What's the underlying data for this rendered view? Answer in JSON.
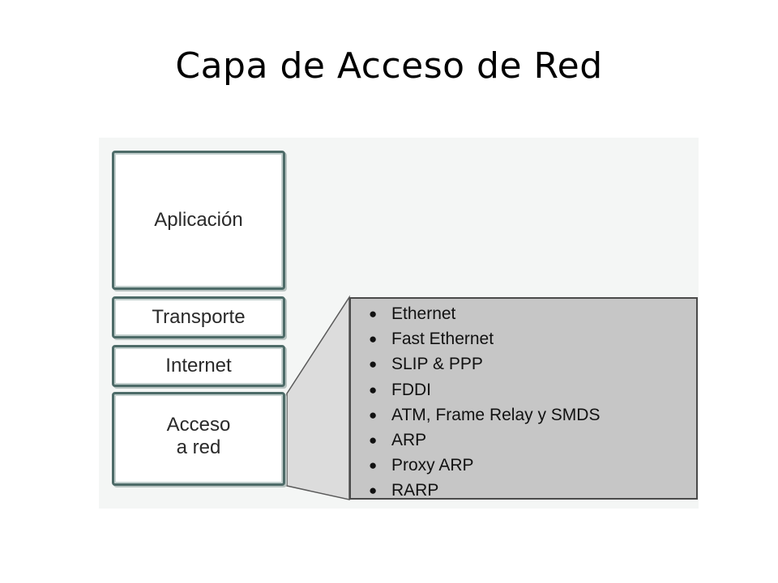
{
  "title": "Capa de Acceso de Red",
  "layers": {
    "application": "Aplicación",
    "transport": "Transporte",
    "internet": "Internet",
    "network_access": "Acceso\n a red"
  },
  "protocols": [
    "Ethernet",
    "Fast Ethernet",
    "SLIP & PPP",
    "FDDI",
    "ATM, Frame Relay y SMDS",
    "ARP",
    "Proxy ARP",
    "RARP"
  ],
  "colors": {
    "layer_border": "#4d6b68",
    "protocol_box_fill": "#c6c6c6",
    "connector_fill": "#dcdcdc"
  }
}
